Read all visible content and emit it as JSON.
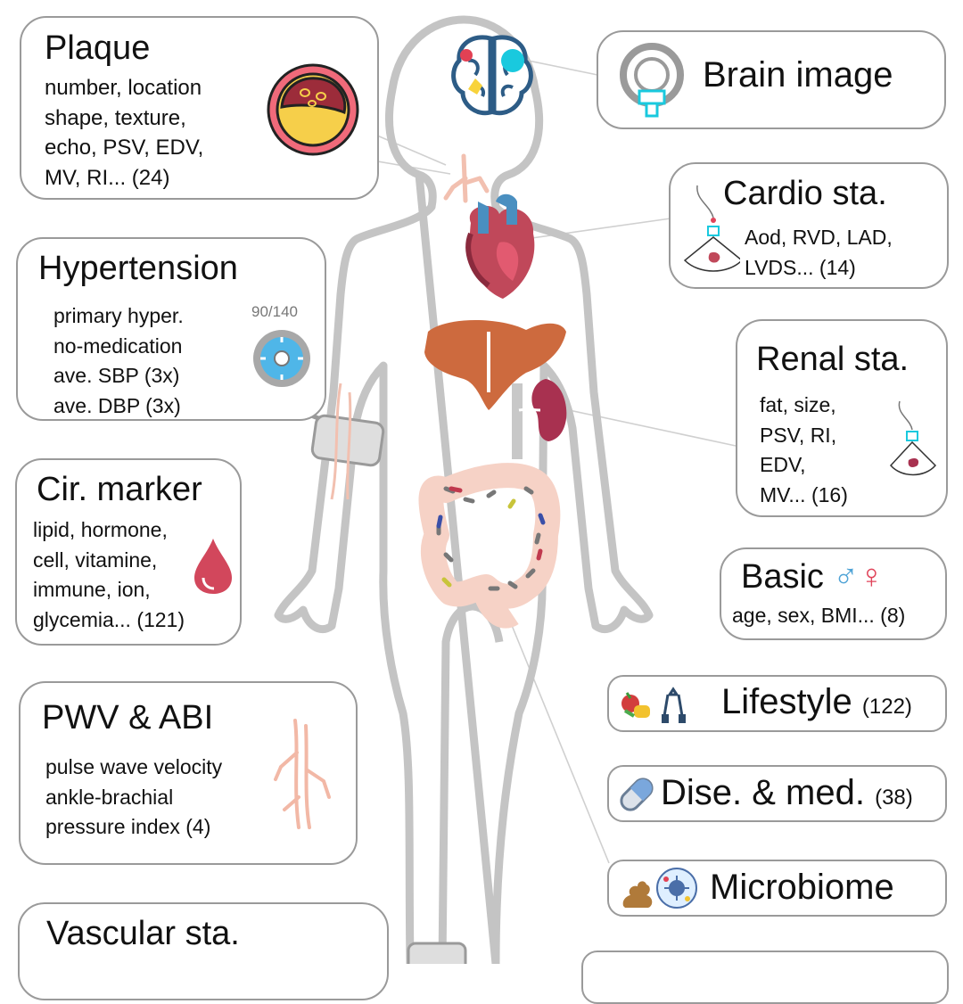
{
  "panels": {
    "plaque": {
      "title": "Plaque",
      "lines": [
        "number, location",
        "shape, texture,",
        "echo, PSV, EDV,",
        "MV, RI... (24)"
      ],
      "icon": "artery-plaque-icon"
    },
    "hypertension": {
      "title": "Hypertension",
      "lines": [
        "primary hyper.",
        "no-medication",
        "ave. SBP (3x)",
        "ave. DBP (3x)"
      ],
      "reading": "90/140",
      "icon": "blood-pressure-cuff-icon"
    },
    "cir_marker": {
      "title": "Cir. marker",
      "lines": [
        "lipid, hormone,",
        "cell, vitamine,",
        "immune, ion,",
        "glycemia... (121)"
      ],
      "icon": "blood-drop-icon"
    },
    "pwv_abi": {
      "title": "PWV & ABI",
      "lines": [
        "pulse wave velocity",
        "ankle-brachial",
        "pressure index (4)"
      ],
      "icon": "vessel-icon"
    },
    "vascular": {
      "title": "Vascular sta."
    },
    "brain": {
      "title": "Brain image",
      "icon": "mri-scanner-icon"
    },
    "cardio": {
      "title": "Cardio sta.",
      "lines": [
        "Aod, RVD, LAD,",
        "LVDS... (14)"
      ],
      "icon": "ultrasound-heart-icon"
    },
    "renal": {
      "title": "Renal sta.",
      "lines": [
        "fat, size,",
        "PSV, RI,",
        "EDV,",
        "MV... (16)"
      ],
      "icon": "ultrasound-kidney-icon"
    },
    "basic": {
      "title": "Basic",
      "male": "♂",
      "female": "♀",
      "line": "age, sex, BMI... (8)"
    },
    "lifestyle": {
      "title": "Lifestyle",
      "count": "(122)",
      "icon": "food-exercise-icon"
    },
    "disease": {
      "title": "Dise. & med.",
      "count": "(38)",
      "icon": "pill-icon"
    },
    "microbiome": {
      "title": "Microbiome",
      "icon": "stool-bacteria-icon"
    }
  },
  "colors": {
    "body_outline": "#c4c4c4",
    "box_border": "#9a9a9a",
    "liver": "#cd6a3e",
    "heart": "#c0485a",
    "kidney": "#a83150",
    "intestine": "#f6d2c6",
    "vessel": "#f2c0b0",
    "accent_cyan": "#19c9de"
  }
}
